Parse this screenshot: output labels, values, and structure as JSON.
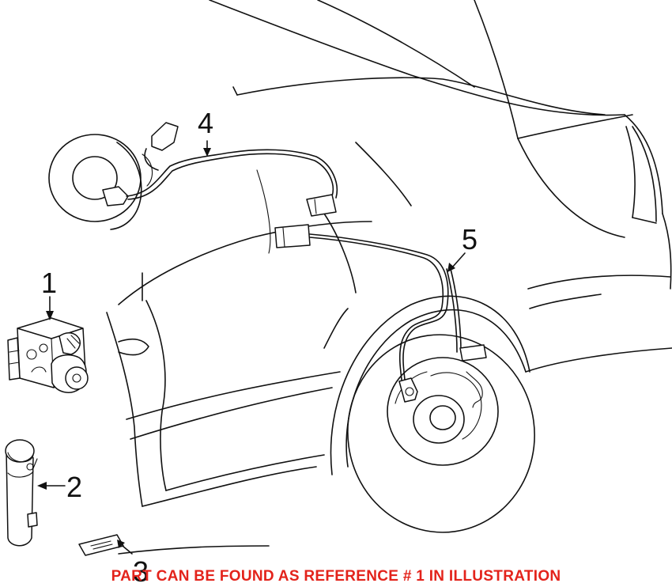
{
  "diagram": {
    "callouts": [
      {
        "id": "callout-1",
        "label": "1"
      },
      {
        "id": "callout-2",
        "label": "2"
      },
      {
        "id": "callout-3",
        "label": "3"
      },
      {
        "id": "callout-4",
        "label": "4"
      },
      {
        "id": "callout-5",
        "label": "5"
      }
    ],
    "caption": "PART CAN BE FOUND AS REFERENCE # 1 IN ILLUSTRATION",
    "caption_color": "#e3231b",
    "line_color": "#111111"
  }
}
